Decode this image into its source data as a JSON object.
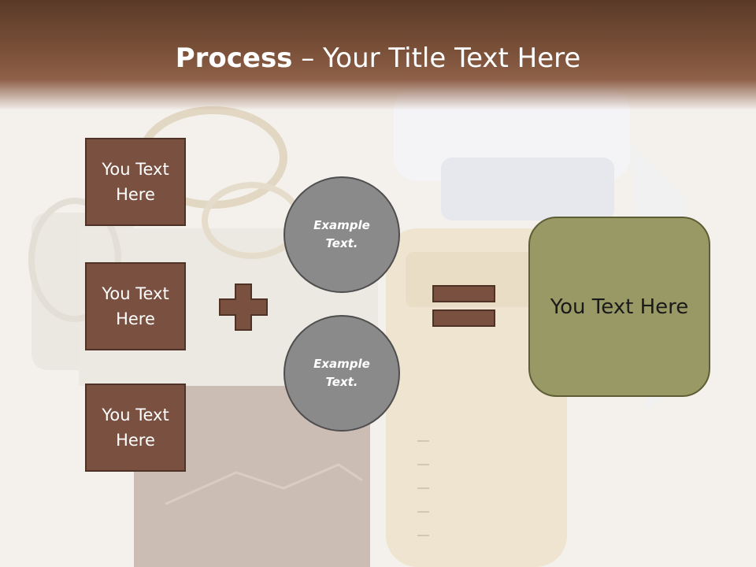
{
  "slide": {
    "title_bold": "Process",
    "title_rest": " – Your Title Text Here",
    "left_boxes": [
      {
        "label": "You Text Here"
      },
      {
        "label": "You Text Here"
      },
      {
        "label": "You Text Here"
      }
    ],
    "circles": [
      {
        "label": "Example Text."
      },
      {
        "label": "Example Text."
      }
    ],
    "result_box": {
      "label": "You Text Here"
    }
  },
  "icons": {
    "plus": "plus-icon",
    "equals": "equals-icon"
  },
  "colors": {
    "header_brown": "#7a5038",
    "box_fill": "#7a5040",
    "circle_fill": "#8a8a8a",
    "result_fill": "#999966"
  }
}
